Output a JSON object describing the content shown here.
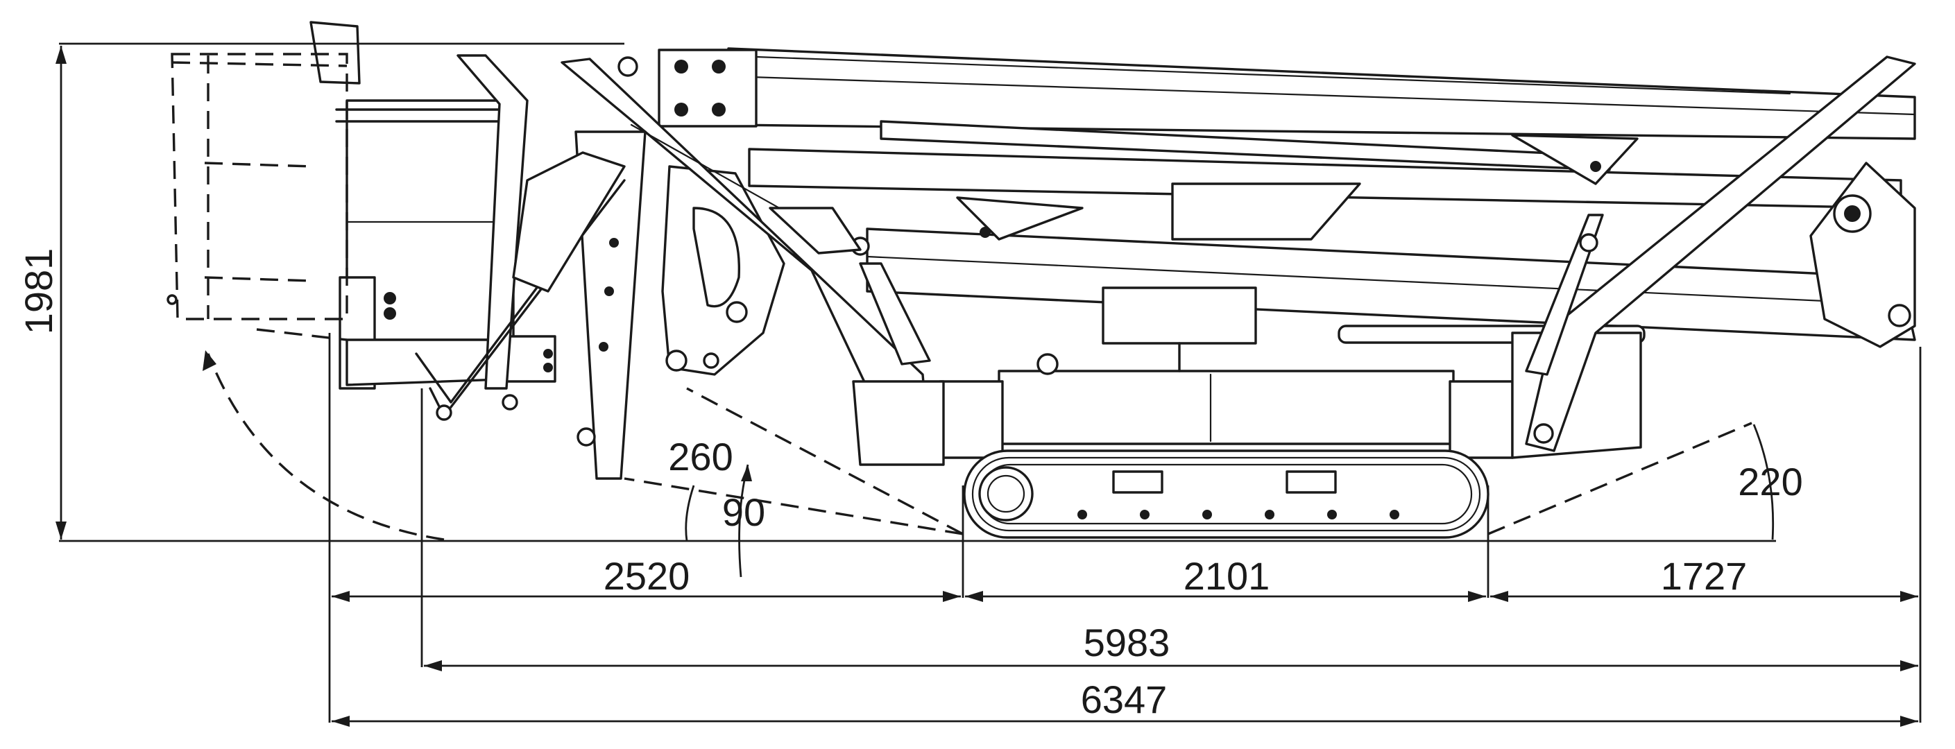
{
  "dimensions": {
    "height_1981": "1981",
    "angle_260": "260",
    "angle_90": "90",
    "angle_220": "220",
    "front_2520": "2520",
    "track_2101": "2101",
    "rear_1727": "1727",
    "stowed_5983": "5983",
    "overall_6347": "6347"
  }
}
